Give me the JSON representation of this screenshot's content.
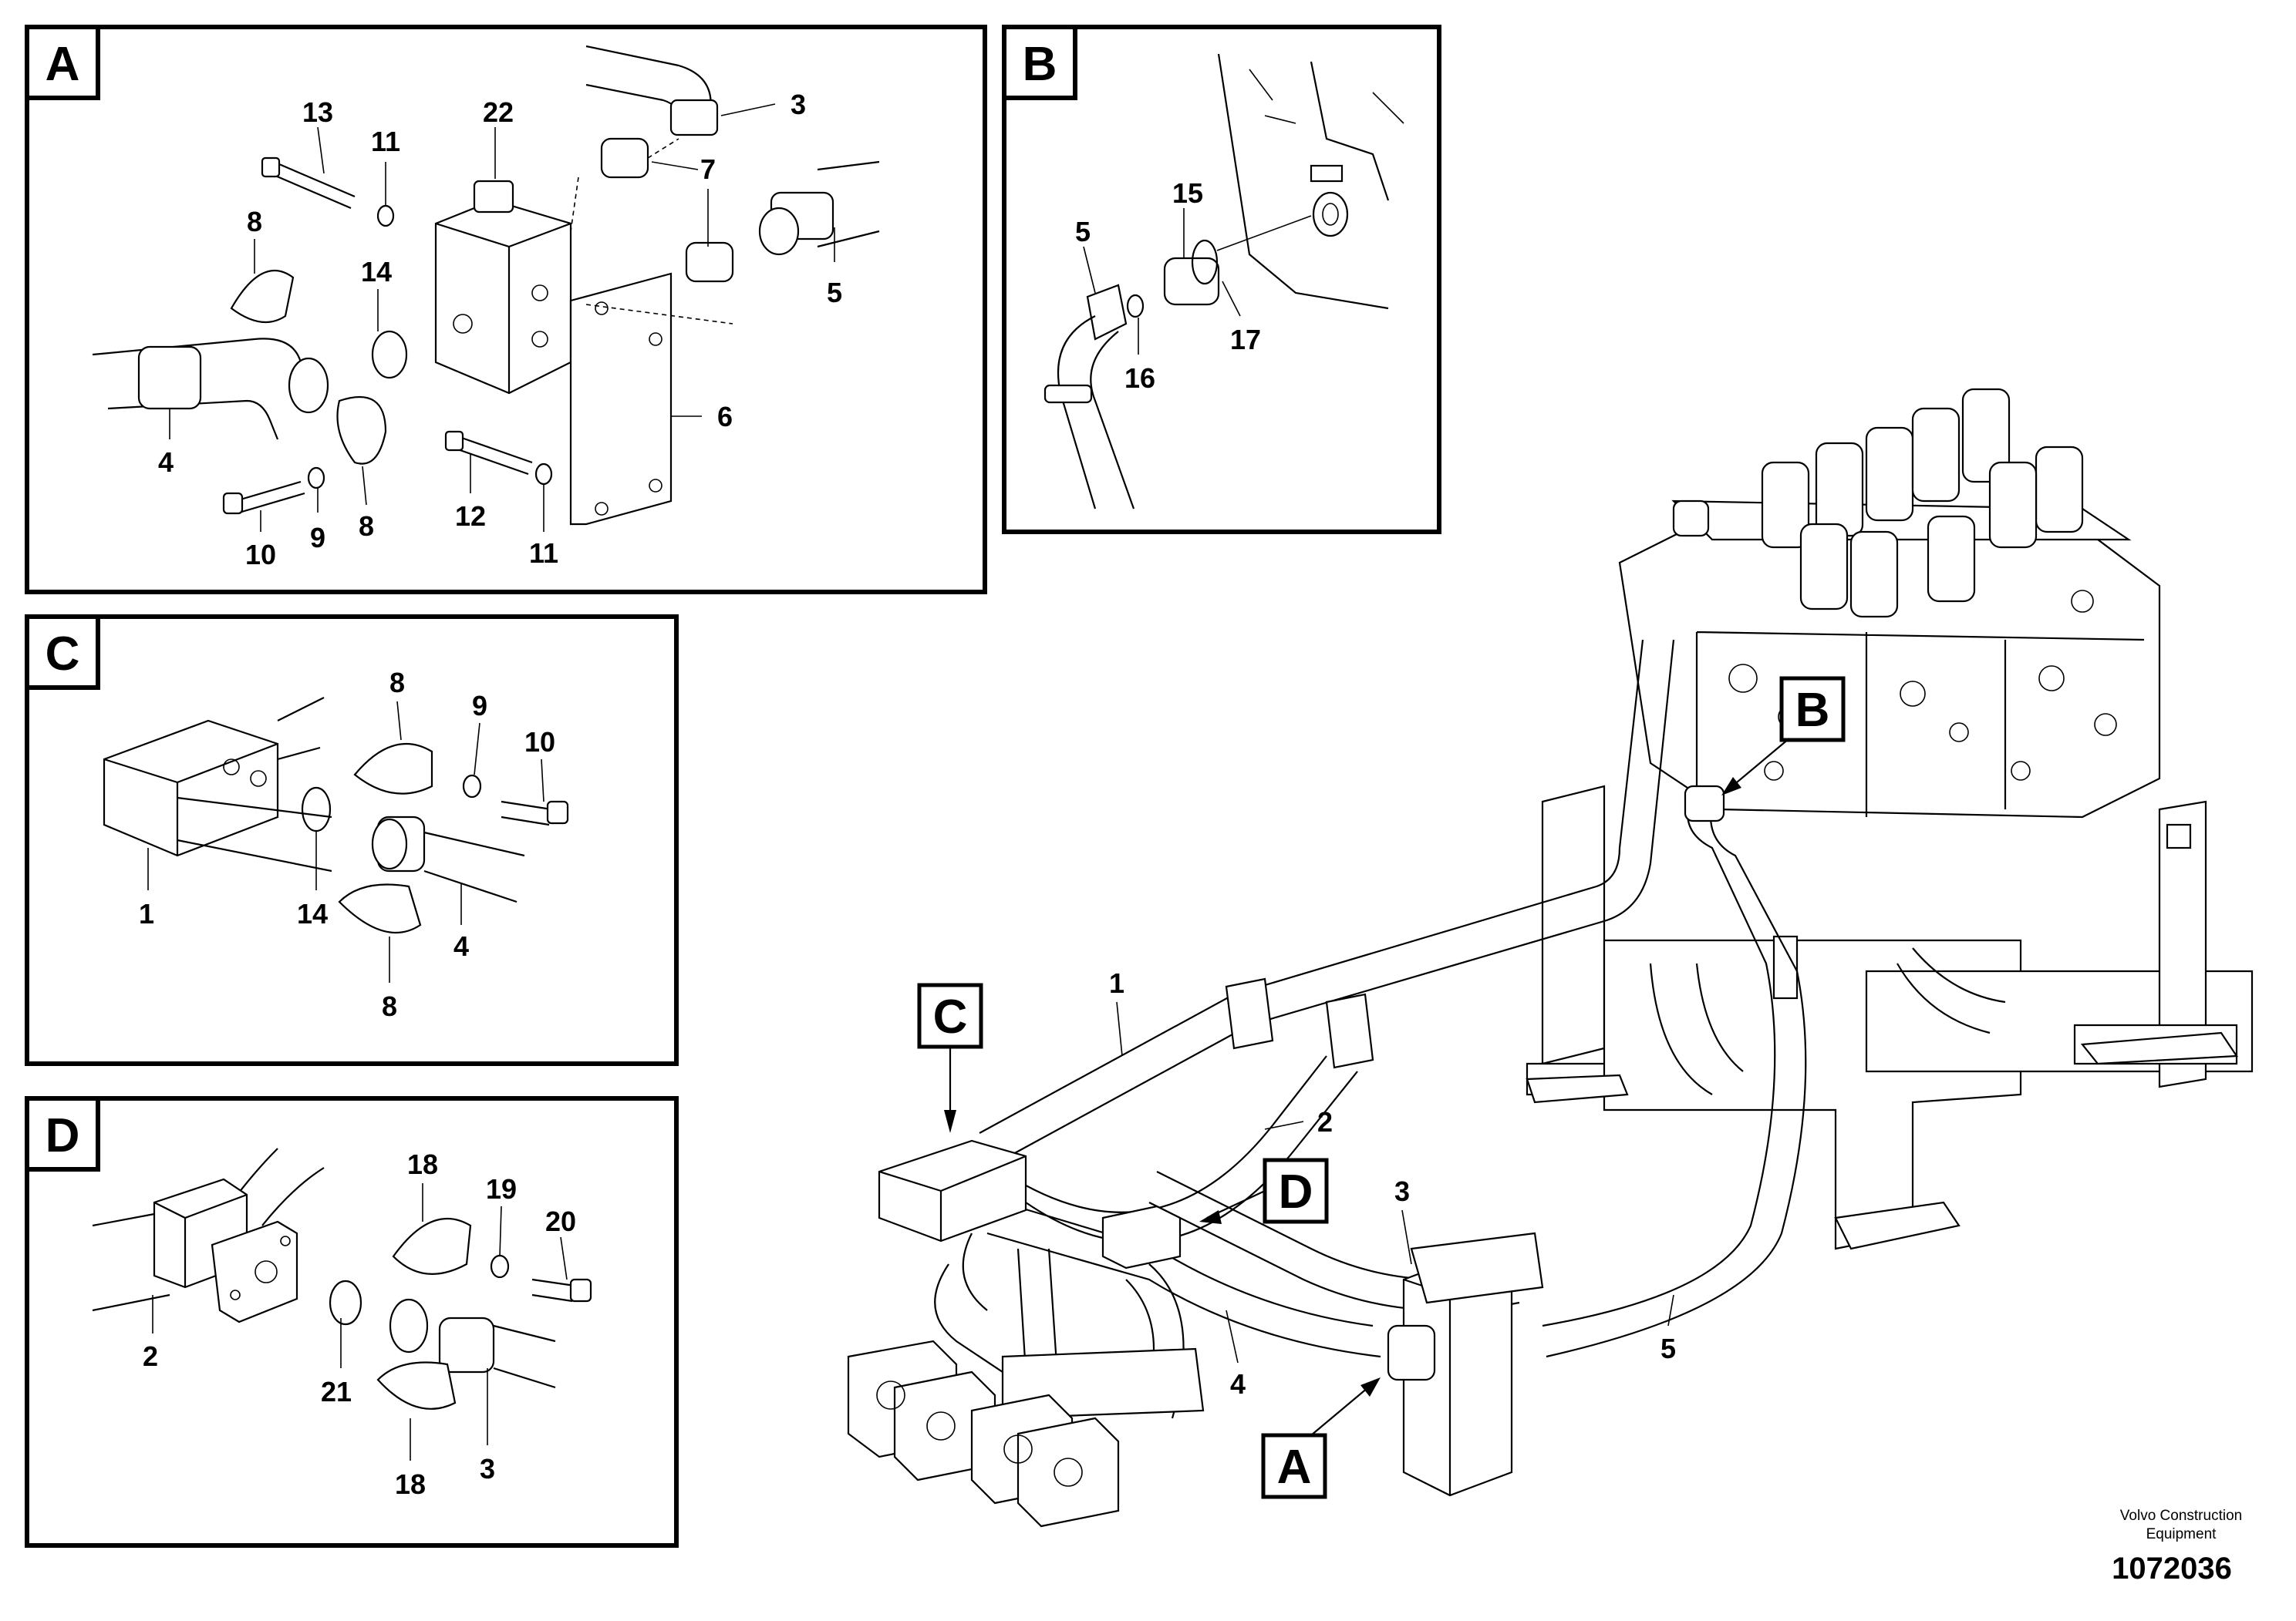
{
  "panels": {
    "A": {
      "letter": "A",
      "callouts": [
        "13",
        "11",
        "22",
        "3",
        "7",
        "8",
        "14",
        "5",
        "4",
        "6",
        "12",
        "11",
        "10",
        "9",
        "8"
      ]
    },
    "B": {
      "letter": "B",
      "callouts": [
        "15",
        "5",
        "16",
        "17"
      ]
    },
    "C": {
      "letter": "C",
      "callouts": [
        "8",
        "9",
        "10",
        "1",
        "14",
        "4",
        "8"
      ]
    },
    "D": {
      "letter": "D",
      "callouts": [
        "18",
        "19",
        "20",
        "2",
        "21",
        "3",
        "18"
      ]
    }
  },
  "main": {
    "callouts": [
      "1",
      "2",
      "3",
      "4",
      "5"
    ],
    "section_markers": [
      "B",
      "C",
      "D",
      "A"
    ]
  },
  "footer": {
    "brand_line1": "Volvo Construction",
    "brand_line2": "Equipment",
    "doc_number": "1072036"
  }
}
